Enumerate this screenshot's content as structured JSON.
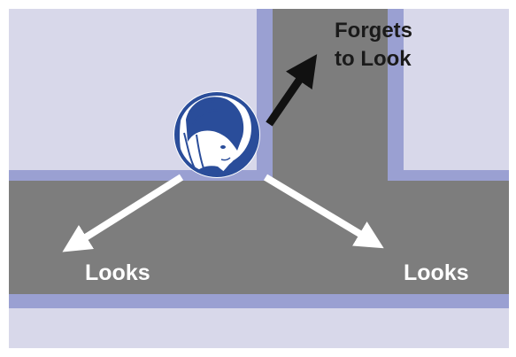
{
  "labels": {
    "forgets_line1": "Forgets",
    "forgets_line2": "to Look",
    "looks_left": "Looks",
    "looks_right": "Looks"
  },
  "colors": {
    "sidewalk": "#d8d8ea",
    "curb": "#9aa0d2",
    "road": "#7d7d7d",
    "arrow_look": "#ffffff",
    "arrow_forget": "#111111",
    "badge": "#2a4d9a"
  },
  "icons": {
    "child": "child-portrait-icon"
  }
}
